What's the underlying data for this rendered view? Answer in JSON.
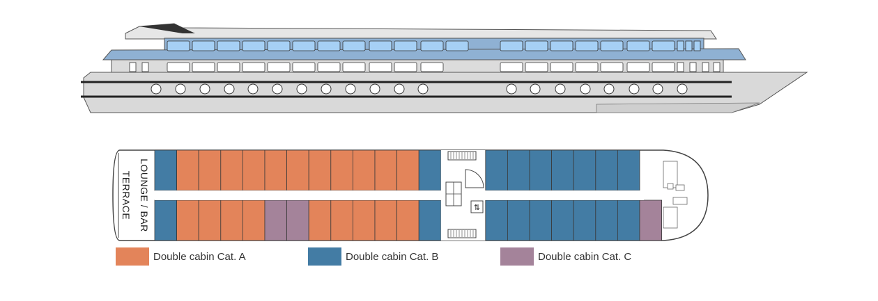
{
  "colors": {
    "cat_a": "#e3845a",
    "cat_b": "#437ca4",
    "cat_c": "#a4839a",
    "hull": "#d9d9d9",
    "deck_blue": "#8fb1d3",
    "window_blue": "#a6d0f5",
    "outline": "#444444"
  },
  "areas": {
    "lounge_bar": "LOUNGE / BAR",
    "terrace": "TERRACE"
  },
  "deck_plan": {
    "top_row": [
      "B",
      "A",
      "A",
      "A",
      "A",
      "A",
      "A",
      "A",
      "A",
      "A",
      "A",
      "A",
      "B",
      "S",
      "B",
      "B",
      "B",
      "B",
      "B",
      "B",
      "B"
    ],
    "bottom_row": [
      "B",
      "A",
      "A",
      "A",
      "A",
      "C",
      "C",
      "A",
      "A",
      "A",
      "A",
      "A",
      "B",
      "S",
      "B",
      "B",
      "B",
      "B",
      "B",
      "B",
      "B",
      "C"
    ]
  },
  "legend": [
    {
      "key": "cat_a",
      "label": "Double cabin Cat. A",
      "icon": "orange-swatch"
    },
    {
      "key": "cat_b",
      "label": "Double cabin Cat. B",
      "icon": "blue-swatch"
    },
    {
      "key": "cat_c",
      "label": "Double cabin Cat. C",
      "icon": "purple-swatch"
    }
  ]
}
